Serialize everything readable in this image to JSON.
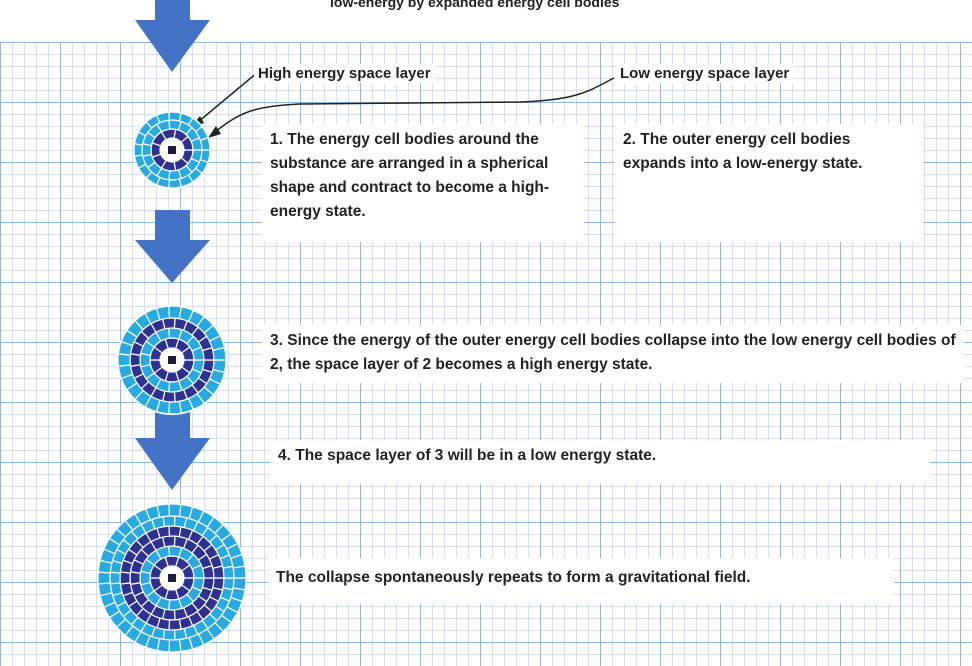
{
  "header": {
    "text": "low-energy by expanded energy cell bodies"
  },
  "labels": {
    "high_layer": "High energy space layer",
    "low_layer": "Low energy space layer"
  },
  "steps": [
    {
      "text": "1. The energy cell bodies around the substance are arranged in a spherical shape and contract to become a high-energy state."
    },
    {
      "text": "2. The outer energy cell bodies expands into a low-energy state."
    },
    {
      "text": "3. Since the energy of the outer energy cell bodies collapse into the low energy cell bodies of 2, the space layer of 2 becomes a high energy state."
    },
    {
      "text": "4. The space layer of 3 will be in a low energy state."
    },
    {
      "text": "The collapse spontaneously repeats to form a gravitational field."
    }
  ],
  "colors": {
    "dark_ring": "#2e3192",
    "light_ring": "#27aae1",
    "core": "#1b1b3a",
    "arrow": "#4472c4"
  }
}
